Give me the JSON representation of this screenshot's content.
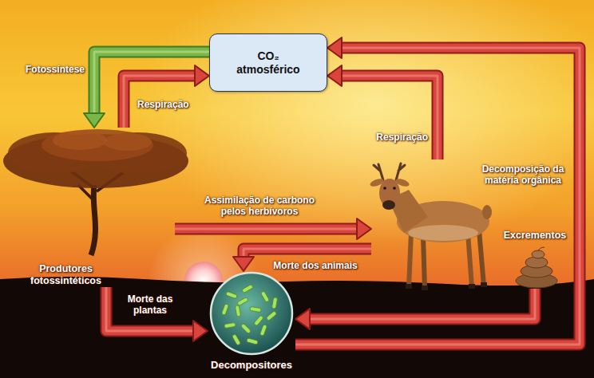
{
  "diagram": {
    "nodes": [
      {
        "text": [
          "CO₂ atmosférico"
        ]
      },
      {
        "text": [
          "Produtores fotossintéticos"
        ]
      },
      {
        "text": []
      },
      {
        "text": [
          "Excrementos"
        ]
      },
      {
        "text": [
          "Decompositores"
        ]
      }
    ],
    "edges": [
      {
        "from": 0,
        "to": 1,
        "label": "Fotossíntese",
        "arrow": "to"
      },
      {
        "from": 1,
        "to": 0,
        "label": "Respiração",
        "arrow": "to"
      },
      {
        "from": 2,
        "to": 0,
        "label": "Respiração",
        "arrow": "to"
      },
      {
        "from": 1,
        "to": 2,
        "label": "Assimilação de carbono pelos herbívoros",
        "arrow": "to"
      },
      {
        "from": 2,
        "to": 4,
        "label": "Morte dos animais",
        "arrow": "to"
      },
      {
        "from": 1,
        "to": 4,
        "label": "Morte das plantas",
        "arrow": "to"
      },
      {
        "from": 3,
        "to": 4,
        "arrow": "to"
      },
      {
        "from": 4,
        "to": 0,
        "label": "Decomposição da matéria orgânica",
        "arrow": "to"
      }
    ]
  }
}
